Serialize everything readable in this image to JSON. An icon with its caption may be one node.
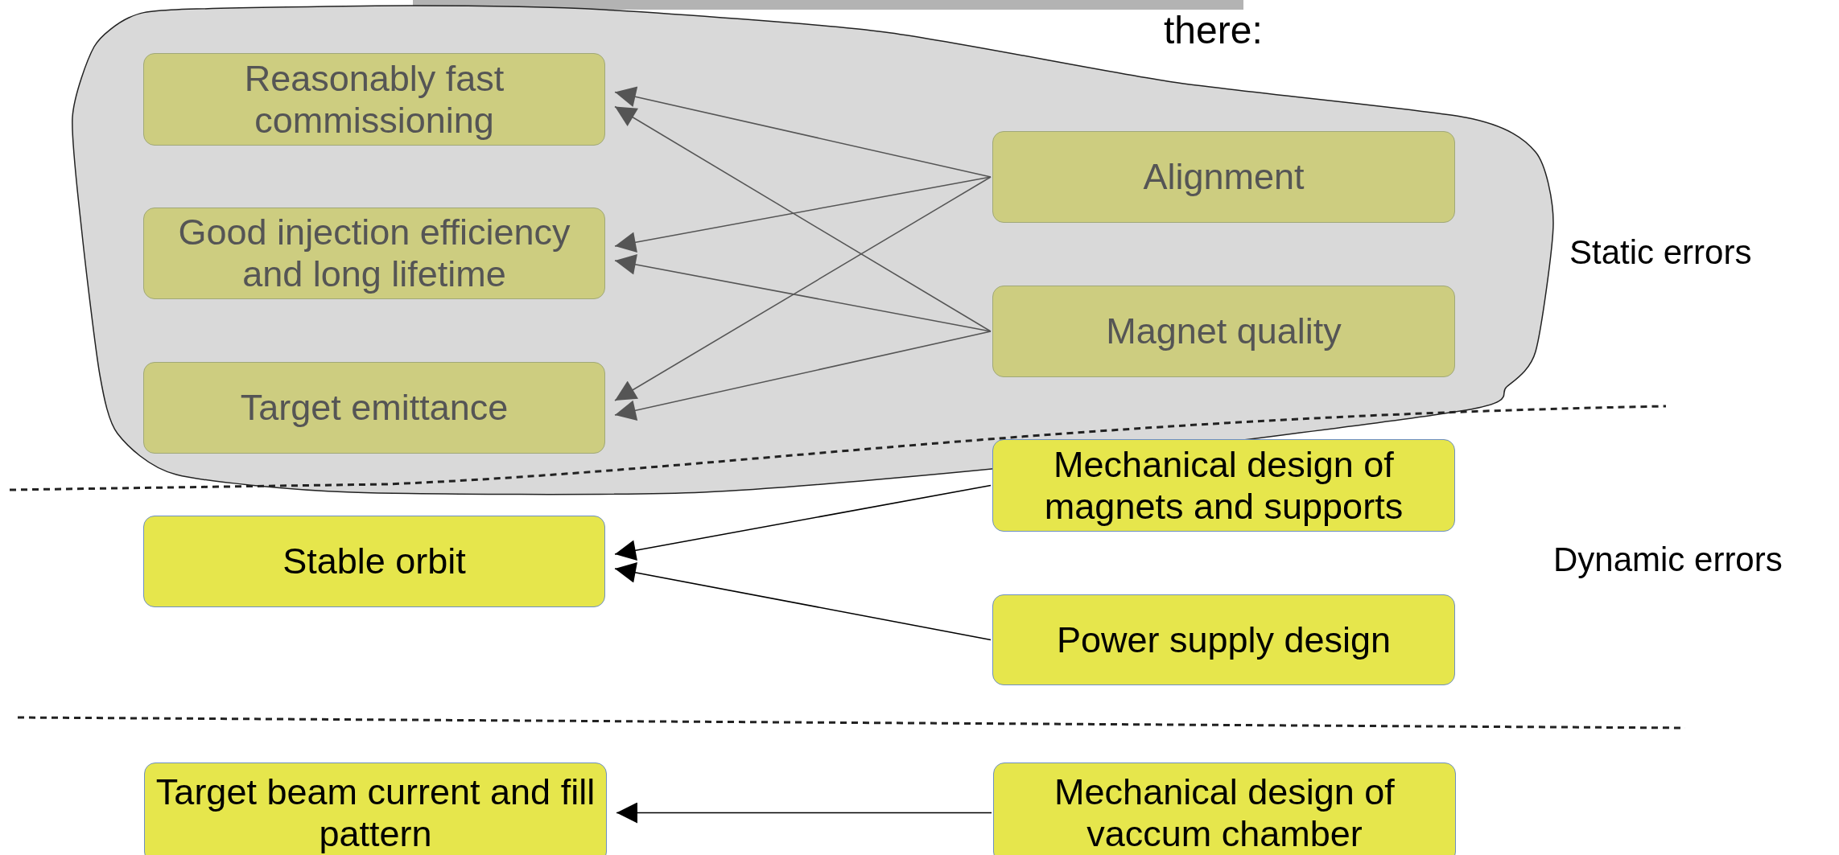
{
  "diagram": {
    "nodes": [
      {
        "text": [],
        "shape": "cloud"
      },
      {
        "text": [
          "Reasonably fast commissioning"
        ],
        "in": 0
      },
      {
        "text": [
          "Alignment"
        ],
        "in": 0
      },
      {
        "text": [
          "Good injection efficiency and long lifetime"
        ],
        "in": 0
      },
      {
        "text": [
          "Magnet quality"
        ],
        "in": 0
      },
      {
        "text": [
          "Target emittance"
        ],
        "in": 0
      },
      {
        "text": [
          "Mechanical design of magnets and supports"
        ]
      },
      {
        "text": [
          "Stable orbit"
        ]
      },
      {
        "text": [
          "Power supply design"
        ]
      },
      {
        "text": [
          "Target beam current and fill pattern"
        ]
      },
      {
        "text": [
          "Mechanical design of vaccum chamber"
        ]
      }
    ],
    "edges": [
      {
        "from": 2,
        "to": 1,
        "arrow": "to"
      },
      {
        "from": 2,
        "to": 3,
        "arrow": "to"
      },
      {
        "from": 2,
        "to": 5,
        "arrow": "to"
      },
      {
        "from": 4,
        "to": 1,
        "arrow": "to"
      },
      {
        "from": 4,
        "to": 3,
        "arrow": "to"
      },
      {
        "from": 4,
        "to": 5,
        "arrow": "to"
      },
      {
        "from": 6,
        "to": 7,
        "arrow": "to",
        "color": "#000000"
      },
      {
        "from": 8,
        "to": 7,
        "arrow": "to",
        "color": "#000000"
      },
      {
        "from": 10,
        "to": 9,
        "arrow": "to",
        "color": "#000000"
      }
    ],
    "labels": [
      "there:",
      "Static errors",
      "Dynamic errors"
    ]
  }
}
